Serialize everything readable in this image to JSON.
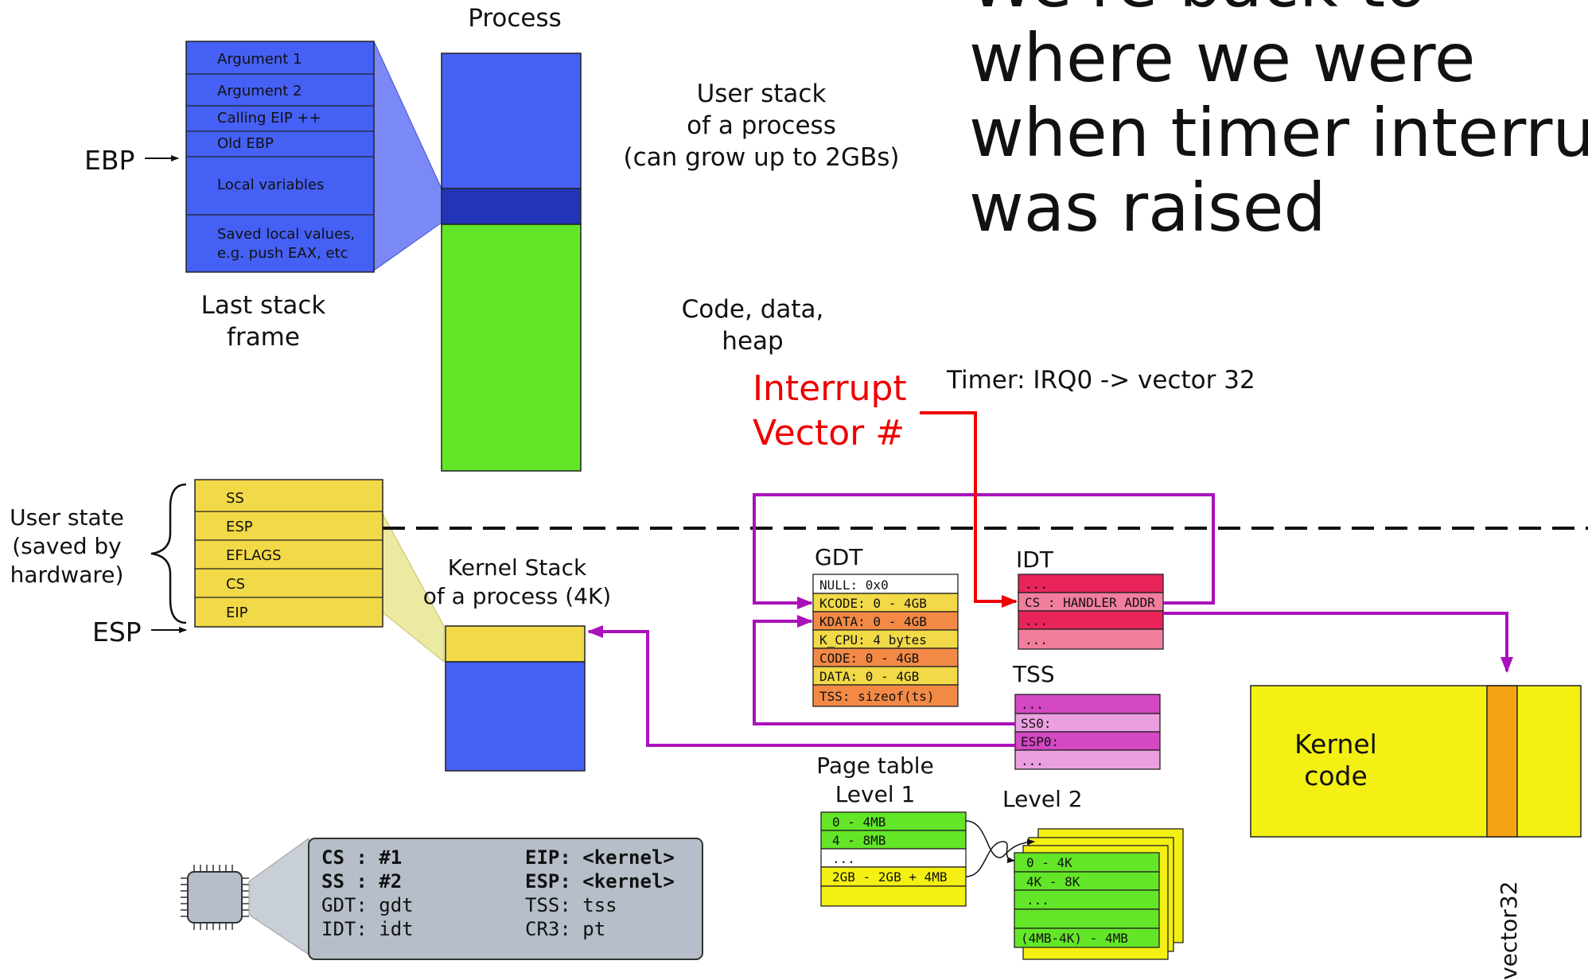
{
  "heading": {
    "line0": "We're back to",
    "line1": "where we were",
    "line2": "when timer interrupt",
    "line3": "was raised"
  },
  "process": {
    "title": "Process",
    "user_stack_1": "User stack",
    "user_stack_2": "of a process",
    "user_stack_3": "(can grow up to 2GBs)",
    "code_1": "Code, data,",
    "code_2": "heap"
  },
  "stack_frame": {
    "rows": [
      "Argument 1",
      "Argument 2",
      "Calling EIP ++",
      "Old EBP",
      "Local variables",
      "Saved local values,",
      "e.g. push EAX, etc"
    ],
    "caption_1": "Last stack",
    "caption_2": "frame",
    "ebp": "EBP",
    "esp": "ESP"
  },
  "user_state": {
    "rows": [
      "SS",
      "ESP",
      "EFLAGS",
      "CS",
      "EIP"
    ],
    "label_1": "User state",
    "label_2": "(saved by",
    "label_3": "hardware)"
  },
  "kernel_stack": {
    "label_1": "Kernel Stack",
    "label_2": "of a process (4K)"
  },
  "interrupt": {
    "label_1": "Interrupt",
    "label_2": "Vector #",
    "timer": "Timer: IRQ0 -> vector 32"
  },
  "gdt": {
    "title": "GDT",
    "rows": [
      "NULL: 0x0",
      "KCODE: 0 - 4GB",
      "KDATA: 0 - 4GB",
      "K_CPU: 4 bytes",
      "CODE: 0 - 4GB",
      "DATA: 0 - 4GB",
      "TSS: sizeof(ts)"
    ]
  },
  "idt": {
    "title": "IDT",
    "rows": [
      "...",
      "CS : HANDLER ADDR",
      "...",
      "..."
    ]
  },
  "tss": {
    "title": "TSS",
    "rows": [
      "...",
      "SS0:",
      "ESP0:",
      "..."
    ]
  },
  "page_table": {
    "title_1": "Page table",
    "title_2": "Level 1",
    "level2": "Level 2",
    "l1_rows": [
      "0 - 4MB",
      "4 - 8MB",
      "...",
      "2GB - 2GB + 4MB",
      ""
    ],
    "l2_rows": [
      "0 - 4K",
      "4K - 8K",
      "...",
      "",
      "(4MB-4K) - 4MB"
    ]
  },
  "kernel_code": {
    "label_1": "Kernel",
    "label_2": "code",
    "vector": "vector32"
  },
  "cpu": {
    "left": [
      "CS : #1",
      "SS : #2",
      "GDT: gdt",
      "IDT: idt"
    ],
    "right": [
      "EIP: <kernel>",
      "ESP: <kernel>",
      "TSS: tss",
      "CR3: pt"
    ]
  },
  "colors": {
    "blue": "#4560f4",
    "dark_blue": "#2234b8",
    "green": "#63e628",
    "yellow": "#f1d948",
    "orange": "#f28a46",
    "red": "#ee0000",
    "purple": "#aa11bb",
    "idt_red": "#e8245a",
    "idt_pink": "#f27e9e",
    "tss_mag": "#d448c4",
    "tss_pink": "#eaa0e0",
    "kernel_yellow": "#f4f014",
    "vector_orange": "#f5a214",
    "cpu_box": "#b5bec9"
  }
}
